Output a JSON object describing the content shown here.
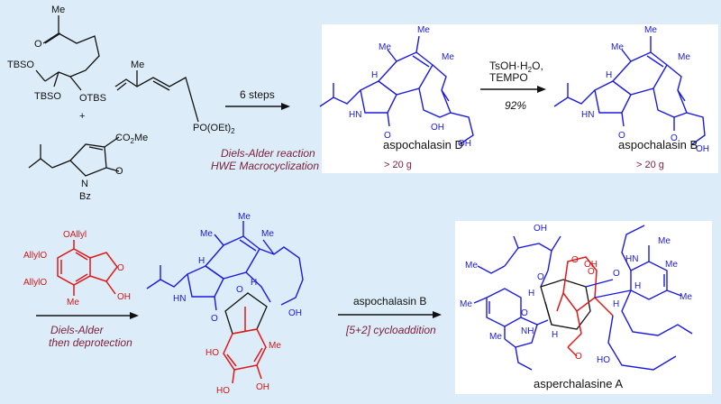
{
  "reactants": {
    "ketone_labels": {
      "me": "Me",
      "o": "O",
      "tbso": "TBSO",
      "otbs": "OTBS",
      "tbso2": "TBSO"
    },
    "plus": "+",
    "diene_labels": {
      "me": "Me",
      "phosphonate": "PO(OEt)",
      "sub2": "2"
    },
    "pyrrolinone_labels": {
      "co2me": "CO",
      "sub2": "2",
      "me": "Me",
      "n": "N",
      "bz": "Bz",
      "o": "O"
    }
  },
  "step1": {
    "above": "6 steps",
    "below_line1": "Diels-Alder reaction",
    "below_line2": "HWE Macrocyclization"
  },
  "aspochalasin_d": {
    "name": "aspochalasin D",
    "yield": "> 20 g",
    "labels": {
      "me1": "Me",
      "me2": "Me",
      "me3": "Me",
      "h": "H",
      "hn": "HN",
      "o1": "O",
      "oh1": "OH",
      "oh2": "OH"
    }
  },
  "step2": {
    "reagent_line1": "TsOH·H",
    "reagent_sub": "2",
    "reagent_line1_end": "O,",
    "reagent_line2": "TEMPO",
    "yield": "92%"
  },
  "aspochalasin_b": {
    "name": "aspochalasin B",
    "yield": "> 20 g",
    "labels": {
      "me1": "Me",
      "me2": "Me",
      "me3": "Me",
      "h": "H",
      "hn": "HN",
      "o1": "O",
      "o2": "O",
      "oh": "OH"
    }
  },
  "diene_reagent": {
    "labels": {
      "oallyl": "OAllyl",
      "allylo1": "AllylO",
      "allylo2": "AllylO",
      "o": "O",
      "me": "Me",
      "oh": "OH"
    }
  },
  "step3": {
    "below_line1": "Diels-Alder",
    "below_line2": "then deprotection"
  },
  "intermediate": {
    "labels": {
      "me1": "Me",
      "me2": "Me",
      "me3": "Me",
      "h": "H",
      "hn": "HN",
      "o1": "O",
      "o2": "O",
      "oh": "OH",
      "ho1": "HO",
      "ho2": "HO",
      "oh2": "OH",
      "me4": "Me",
      "h2": "H"
    }
  },
  "step4": {
    "above": "aspochalasin B",
    "below": "[5+2] cycloaddition"
  },
  "asperchalasine_a": {
    "name": "asperchalasine A",
    "labels": {
      "oh1": "OH",
      "me1": "Me",
      "me2": "Me",
      "me3": "Me",
      "me4": "Me",
      "me5": "Me",
      "me6": "Me",
      "o1": "O",
      "o2": "O",
      "o3": "O",
      "o4": "O",
      "o5": "O",
      "o6": "O",
      "h1": "H",
      "h2": "H",
      "oh2": "OH",
      "hn": "HN",
      "nh": "NH",
      "ho": "HO",
      "h3": "H",
      "h4": "H"
    }
  },
  "colors": {
    "background": "#dcecf8",
    "box": "#ffffff",
    "highlight_red": "#e01818",
    "aspochalasin_blue": "#1a1ae0",
    "italic_note": "#7a1f3a"
  }
}
